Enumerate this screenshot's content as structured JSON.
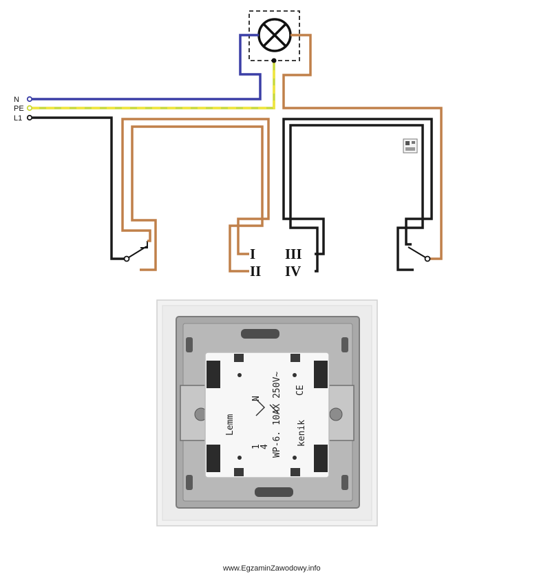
{
  "supply_lines": [
    {
      "label": "N",
      "color": "#3b3fa6"
    },
    {
      "label": "PE",
      "color": "#c9d83a"
    },
    {
      "label": "L1",
      "color": "#1a1a1a"
    }
  ],
  "terminals": [
    "I",
    "II",
    "III",
    "IV"
  ],
  "wire_colors": {
    "neutral": "#3b3fa6",
    "earth_green": "#c9d83a",
    "earth_yellow": "#e8e23a",
    "phase": "#1a1a1a",
    "switched": "#c0804a"
  },
  "device_print": {
    "brand_side": "kenik",
    "rating": "WP-6. 10AX 250V~",
    "ce_mark": "CE",
    "terminal_marks": [
      "N",
      "1",
      "4"
    ],
    "side_brand": "Lemm"
  },
  "footer_text": "www.EgzaminZawodowy.info"
}
